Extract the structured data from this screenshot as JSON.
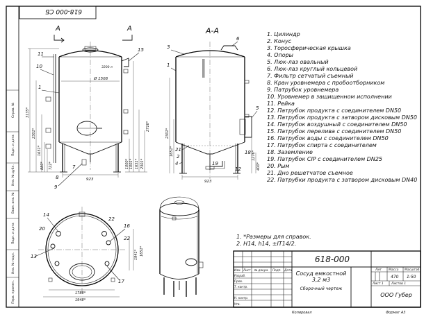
{
  "frame": {
    "top_stamp": "618-000 СБ",
    "copy_label": "Копировал",
    "format_label": "Формат A3"
  },
  "side_strip": [
    "Подп. и дата",
    "Инв. № дубл.",
    "Взам. инв. №",
    "Подп. и дата",
    "Инв. № подл.",
    "Перв. примен.",
    "Справ. №"
  ],
  "front_view": {
    "section_marker": "A",
    "volume_label": "3200 л",
    "diameter": "Ø 1508",
    "dims": {
      "total_height": "3135*",
      "h_2301": "2301*",
      "h_1651": "1651*",
      "h_1000": "1000*",
      "h_880": "880*",
      "h_722": "722*",
      "h_2716": "2716*",
      "h_2301r": "2301*",
      "h_1651r": "1651*",
      "h_1001": "1001*",
      "width": "923"
    },
    "callouts": [
      "11",
      "10",
      "1",
      "15",
      "7",
      "8",
      "9"
    ]
  },
  "section_view": {
    "title": "А-А",
    "dims": {
      "h_2301": "2301*",
      "h_1651": "1651*",
      "h_400": "400*",
      "h_1276": "1276*",
      "width": "923"
    },
    "callouts": [
      "3",
      "6",
      "1",
      "5",
      "18",
      "21",
      "4",
      "19",
      "12"
    ]
  },
  "top_view": {
    "callouts": [
      "14",
      "20",
      "13",
      "22",
      "16",
      "22",
      "17"
    ],
    "dims": {
      "w_1788": "1788*",
      "w_1948": "1948*",
      "r_1941": "1941*",
      "r_1651": "1651*"
    }
  },
  "parts_list": [
    "1.  Цилиндр",
    "2.  Конус",
    "3.  Торосферическая крышка",
    "4.  Опоры",
    "5.  Люк-лаз овальный",
    "6.  Люк-лаз круглый кольцевой",
    "7.  Фильтр сетчатый съемный",
    "8.  Кран уровнемера с пробоотборником",
    "9.  Патрубок уровнемера",
    "10. Уровнемер в защищенном исполнении",
    "11. Рейка",
    "12. Патрубок продукта с соединителем DN50",
    "13. Патрубок продукта с затвором дисковым DN50",
    "14. Патрубок воздушный с соединителем DN50",
    "15. Патрубок перелива с соединителем DN50",
    "16. Патрубок воды с соединителем DN50",
    "17. Патрубок спирта с соединителем",
    "18. Заземление",
    "19. Патрубок CIP с соединителем DN25",
    "20. Рым",
    "21. Дно решетчатое съемное",
    "22. Патрубки продукта с затвором дисковым DN40"
  ],
  "notes": [
    "1.   *Размеры для справок.",
    "2.   H14, h14, ±IT14/2."
  ],
  "title_block": {
    "doc_number": "618-000",
    "name_line1": "Сосуд емкостной",
    "name_line2": "3,2 м3",
    "name_line3": "Сборочный чертеж",
    "col_lit": "Лит",
    "col_mass": "Масса",
    "col_scale": "Масштаб",
    "mass": "470",
    "scale": "1:50",
    "sheet": "Лист 1",
    "sheets": "Листов 1",
    "company": "ООО Губер",
    "rows": [
      "Изм.",
      "Лист",
      "№ докум.",
      "Подп.",
      "Дата"
    ],
    "roles": [
      "Разраб.",
      "Пров.",
      "Т. контр.",
      "",
      "Н. контр.",
      "Утв."
    ]
  }
}
